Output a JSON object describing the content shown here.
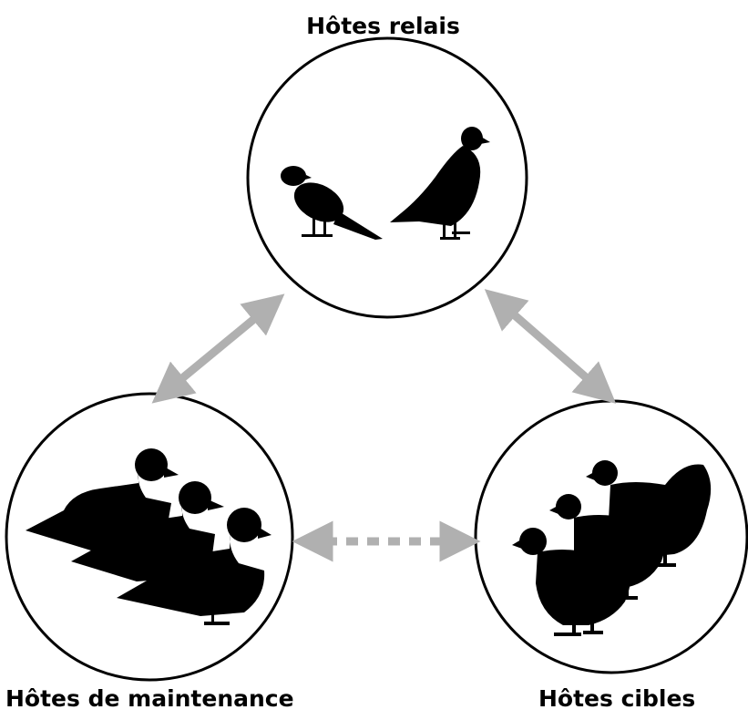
{
  "labels": {
    "relay_hosts": "Hôtes relais",
    "maintenance_hosts": "Hôtes de maintenance",
    "target_hosts": "Hôtes cibles"
  },
  "colors": {
    "arrow": "#b0b0b0",
    "circle_stroke": "#000000",
    "silhouette": "#000000"
  },
  "icons": {
    "relay": [
      "sparrow-icon",
      "pigeon-icon"
    ],
    "maintenance": [
      "duck-icon",
      "duck-icon",
      "duck-icon"
    ],
    "target": [
      "chicken-icon",
      "chicken-icon",
      "chicken-icon"
    ]
  }
}
